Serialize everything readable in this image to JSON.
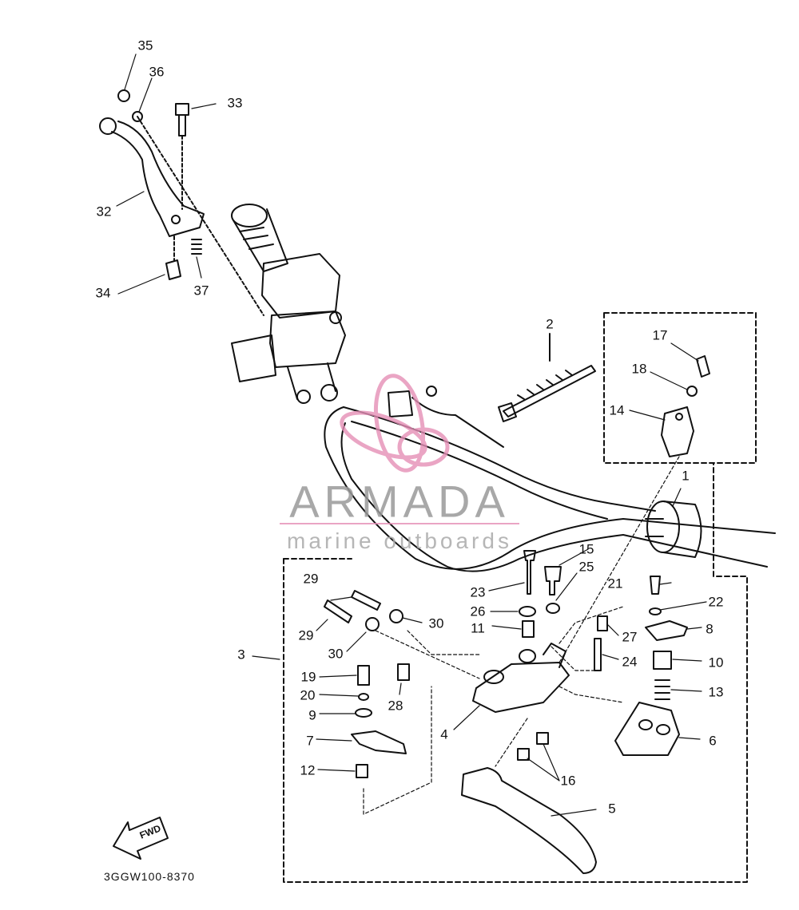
{
  "diagram": {
    "part_numbers": [
      {
        "id": "p1",
        "text": "1"
      },
      {
        "id": "p2",
        "text": "2"
      },
      {
        "id": "p3",
        "text": "3"
      },
      {
        "id": "p4",
        "text": "4"
      },
      {
        "id": "p5",
        "text": "5"
      },
      {
        "id": "p6",
        "text": "6"
      },
      {
        "id": "p7",
        "text": "7"
      },
      {
        "id": "p8",
        "text": "8"
      },
      {
        "id": "p9",
        "text": "9"
      },
      {
        "id": "p10",
        "text": "10"
      },
      {
        "id": "p11",
        "text": "11"
      },
      {
        "id": "p12",
        "text": "12"
      },
      {
        "id": "p13",
        "text": "13"
      },
      {
        "id": "p14",
        "text": "14"
      },
      {
        "id": "p15",
        "text": "15"
      },
      {
        "id": "p16",
        "text": "16"
      },
      {
        "id": "p17",
        "text": "17"
      },
      {
        "id": "p18",
        "text": "18"
      },
      {
        "id": "p19",
        "text": "19"
      },
      {
        "id": "p20",
        "text": "20"
      },
      {
        "id": "p21",
        "text": "21"
      },
      {
        "id": "p22",
        "text": "22"
      },
      {
        "id": "p23",
        "text": "23"
      },
      {
        "id": "p24",
        "text": "24"
      },
      {
        "id": "p25",
        "text": "25"
      },
      {
        "id": "p26",
        "text": "26"
      },
      {
        "id": "p27",
        "text": "27"
      },
      {
        "id": "p28",
        "text": "28"
      },
      {
        "id": "p29a",
        "text": "29"
      },
      {
        "id": "p29b",
        "text": "29"
      },
      {
        "id": "p30a",
        "text": "30"
      },
      {
        "id": "p30b",
        "text": "30"
      },
      {
        "id": "p32",
        "text": "32"
      },
      {
        "id": "p33",
        "text": "33"
      },
      {
        "id": "p34",
        "text": "34"
      },
      {
        "id": "p35",
        "text": "35"
      },
      {
        "id": "p36",
        "text": "36"
      },
      {
        "id": "p37",
        "text": "37"
      }
    ],
    "drawing_code": "3GGW100-8370",
    "fwd_badge": "FWD"
  },
  "watermark": {
    "brand": "ARMADA",
    "tagline": "marine outboards",
    "logo_color": "#e58fb6",
    "text_color": "#9a9a9a"
  }
}
